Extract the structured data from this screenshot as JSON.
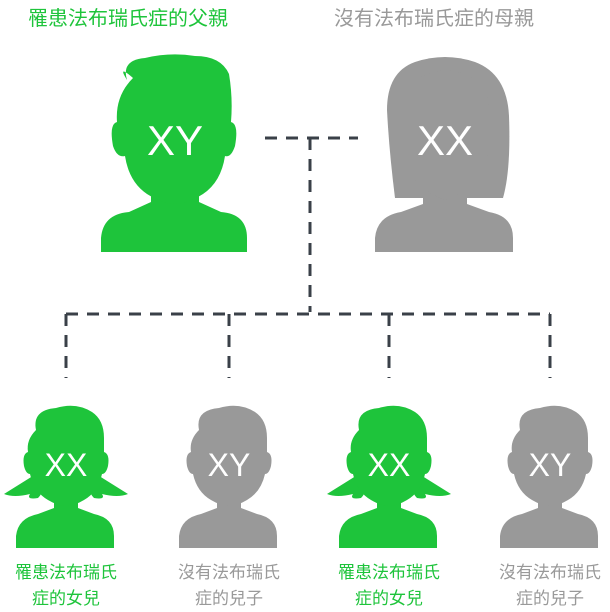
{
  "colors": {
    "affected": "#1ec43b",
    "unaffected": "#999999",
    "connector": "#3a4048",
    "chromosome_text": "#ffffff"
  },
  "parents": {
    "father": {
      "title": "罹患法布瑞氏症的父親",
      "chromosomes": "XY",
      "status": "affected"
    },
    "mother": {
      "title": "沒有法布瑞氏症的母親",
      "chromosomes": "XX",
      "status": "unaffected"
    }
  },
  "children": [
    {
      "chromosomes": "XX",
      "status": "affected",
      "label_line1": "罹患法布瑞氏",
      "label_line2": "症的女兒"
    },
    {
      "chromosomes": "XY",
      "status": "unaffected",
      "label_line1": "沒有法布瑞氏",
      "label_line2": "症的兒子"
    },
    {
      "chromosomes": "XX",
      "status": "affected",
      "label_line1": "罹患法布瑞氏",
      "label_line2": "症的女兒"
    },
    {
      "chromosomes": "XY",
      "status": "unaffected",
      "label_line1": "沒有法布瑞氏",
      "label_line2": "症的兒子"
    }
  ]
}
